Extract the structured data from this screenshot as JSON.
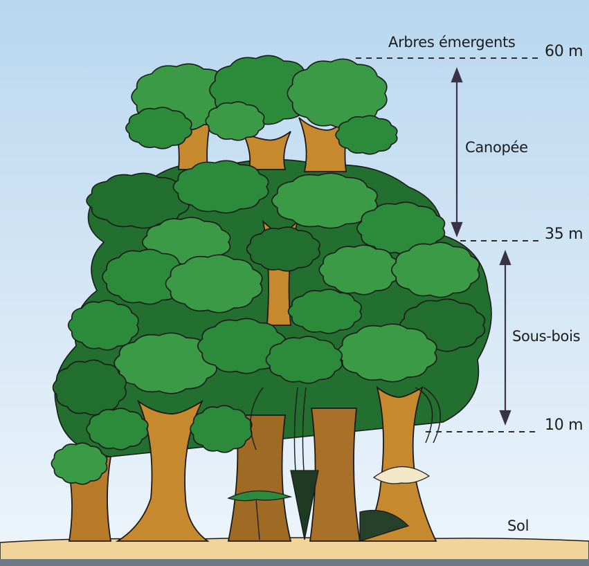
{
  "labels": {
    "emergent": "Arbres émergents",
    "canopy": "Canopée",
    "understory": "Sous-bois",
    "ground": "Sol"
  },
  "heights": {
    "h60": "60 m",
    "h35": "35 m",
    "h10": "10 m"
  },
  "colors": {
    "sky_top": "#b9d7ef",
    "sky_bottom": "#eef5fb",
    "ground": "#f0d49a",
    "foliage_light": "#3a9a46",
    "foliage_mid": "#2c8a3b",
    "foliage_dark": "#226e2f",
    "trunk": "#c7892e",
    "trunk_dark": "#9e6a24",
    "outline": "#1a1a1a",
    "arrow": "#3a3346"
  }
}
